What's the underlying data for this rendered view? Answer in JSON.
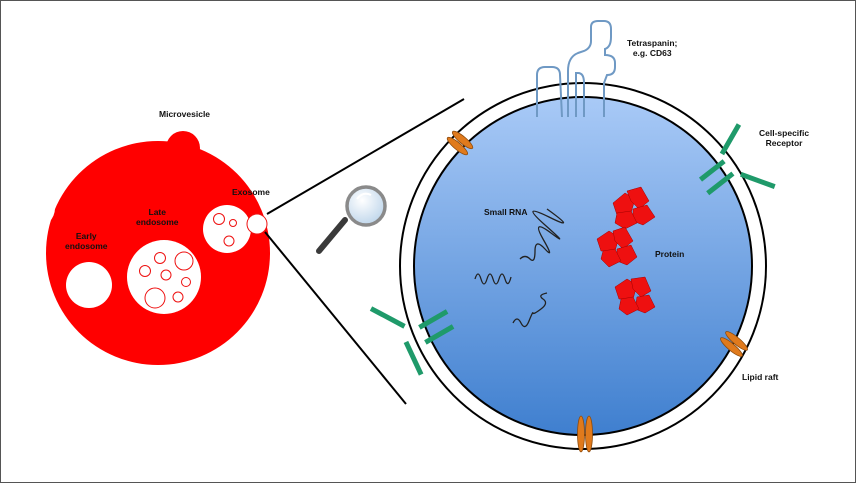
{
  "labels": {
    "microvesicle": "Microvesicle",
    "late_endosome": "Late\nendosome",
    "early_endosome": "Early\nendosome",
    "exosome": "Exosome",
    "tetraspanin": "Tetraspanin;\ne.g. CD63",
    "cell_specific_receptor": "Cell-specific\nReceptor",
    "small_rna": "Small RNA",
    "protein": "Protein",
    "lipid_raft": "Lipid raft"
  },
  "colors": {
    "cell_red": "#ff0000",
    "exosome_blue_top": "#a9caf7",
    "exosome_blue_bottom": "#3f7fcf",
    "tetraspanin_outline": "#6f99c4",
    "receptor_green": "#1f9a6a",
    "lipid_raft_orange": "#e07a1c",
    "protein_red": "#ee1010"
  }
}
